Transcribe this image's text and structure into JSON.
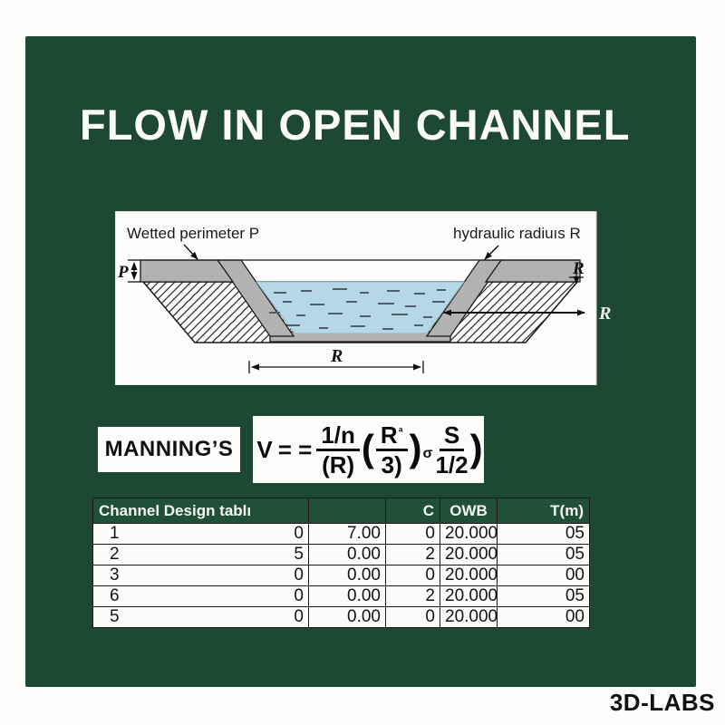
{
  "page": {
    "background": "#ffffff",
    "panel_color": "#1d4932",
    "title": "FLOW IN OPEN CHANNEL",
    "brand": "3D-LABS"
  },
  "diagram": {
    "label_left": "Wetted perimeter P",
    "label_right": "hydraulic radiuıs R",
    "dim_p": "P",
    "dim_r_top": "R",
    "dim_r_arrow": "R",
    "dim_r_bottom": "R",
    "water_color": "#b5d7e6",
    "bank_color": "#b2b2b2"
  },
  "formula": {
    "box_label": "MANNING’S",
    "lhs": "V",
    "equals": "= =",
    "frac1": {
      "num": "1/n",
      "den": "(R)"
    },
    "open_paren": "(",
    "frac2": {
      "num": "R",
      "sup": "ª",
      "den": "3)"
    },
    "close_paren": ")",
    "exponent": "σ",
    "frac3": {
      "num": "S",
      "den": "1/2"
    },
    "tail": ")"
  },
  "table": {
    "header": [
      "Channel Design tablı",
      "",
      "C",
      "OWB",
      "T(m)"
    ],
    "header_bg": "#205137",
    "rows": [
      {
        "num": "1",
        "c1": "0",
        "c2": "7.00",
        "c3": "0",
        "c4": "20.000",
        "c5": "05"
      },
      {
        "num": "2",
        "c1": "5",
        "c2": "0.00",
        "c3": "2",
        "c4": "20.000",
        "c5": "05"
      },
      {
        "num": "3",
        "c1": "0",
        "c2": "0.00",
        "c3": "0",
        "c4": "20.000",
        "c5": "00"
      },
      {
        "num": "6",
        "c1": "0",
        "c2": "0.00",
        "c3": "2",
        "c4": "20.000",
        "c5": "05"
      },
      {
        "num": "5",
        "c1": "0",
        "c2": "0.00",
        "c3": "0",
        "c4": "20.000",
        "c5": "00"
      }
    ]
  }
}
